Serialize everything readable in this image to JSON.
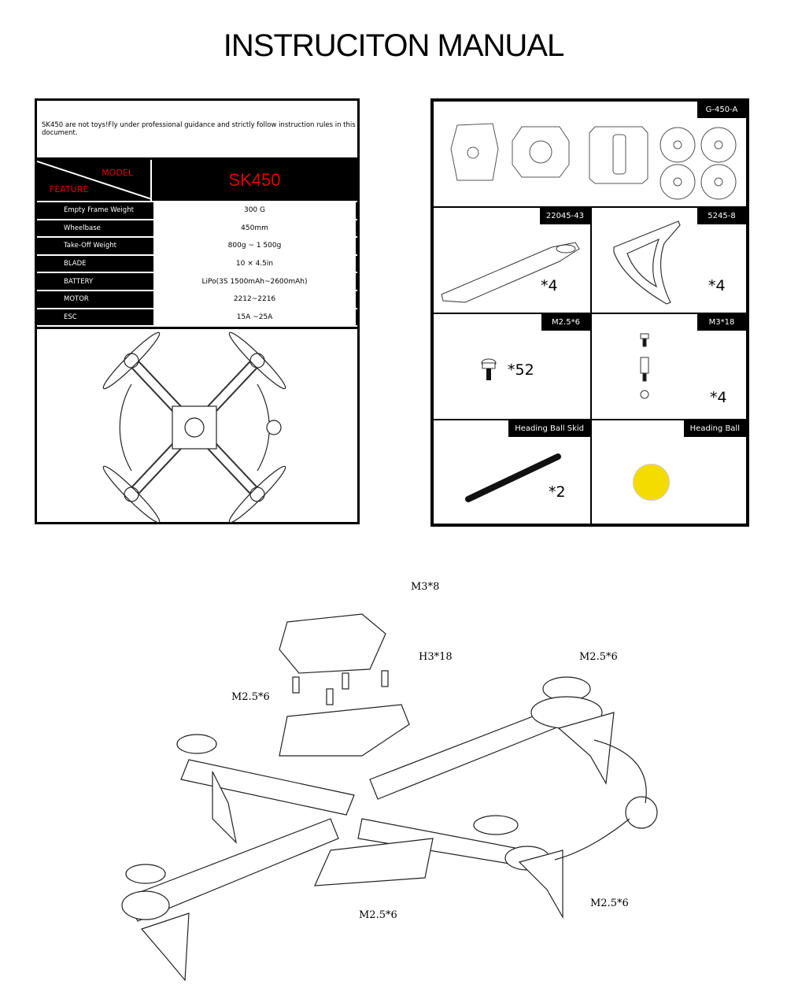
{
  "title": "INSTRUCITON MANUAL",
  "warning": "SK450 are not toys!Fly under professional guidance and strictly follow instruction rules in this document.",
  "spec_table": {
    "model_label": "MODEL",
    "feature_label": "FEATURE",
    "model": "SK450",
    "rows": [
      {
        "feature": "Empty Frame Weight",
        "value": "300 G"
      },
      {
        "feature": "Wheelbase",
        "value": "450mm"
      },
      {
        "feature": "Take-Off Weight",
        "value": "800g ~ 1 500g"
      },
      {
        "feature": "BLADE",
        "value": "10 × 4.5in"
      },
      {
        "feature": "BATTERY",
        "value": "LiPo(3S 1500mAh~2600mAh)"
      },
      {
        "feature": "MOTOR",
        "value": "2212~2216"
      },
      {
        "feature": "ESC",
        "value": "15A ~25A"
      }
    ]
  },
  "parts": [
    {
      "code": "G-450-A",
      "qty": ""
    },
    {
      "code": "22045-43",
      "qty": "*4"
    },
    {
      "code": "5245-8",
      "qty": "*4"
    },
    {
      "code": "M2.5*6",
      "qty": "*52"
    },
    {
      "code": "M3*18",
      "qty": "*4"
    },
    {
      "code": "Heading Ball Skid",
      "qty": "*2"
    },
    {
      "code": "Heading Ball",
      "qty": ""
    }
  ],
  "colors": {
    "accent_red": "#e00000",
    "heading_ball": "#f5dc00"
  },
  "exploded_labels": [
    "M3*8",
    "H3*18",
    "M2.5*6",
    "M2.5*6",
    "M2.5*6",
    "M2.5*6"
  ]
}
